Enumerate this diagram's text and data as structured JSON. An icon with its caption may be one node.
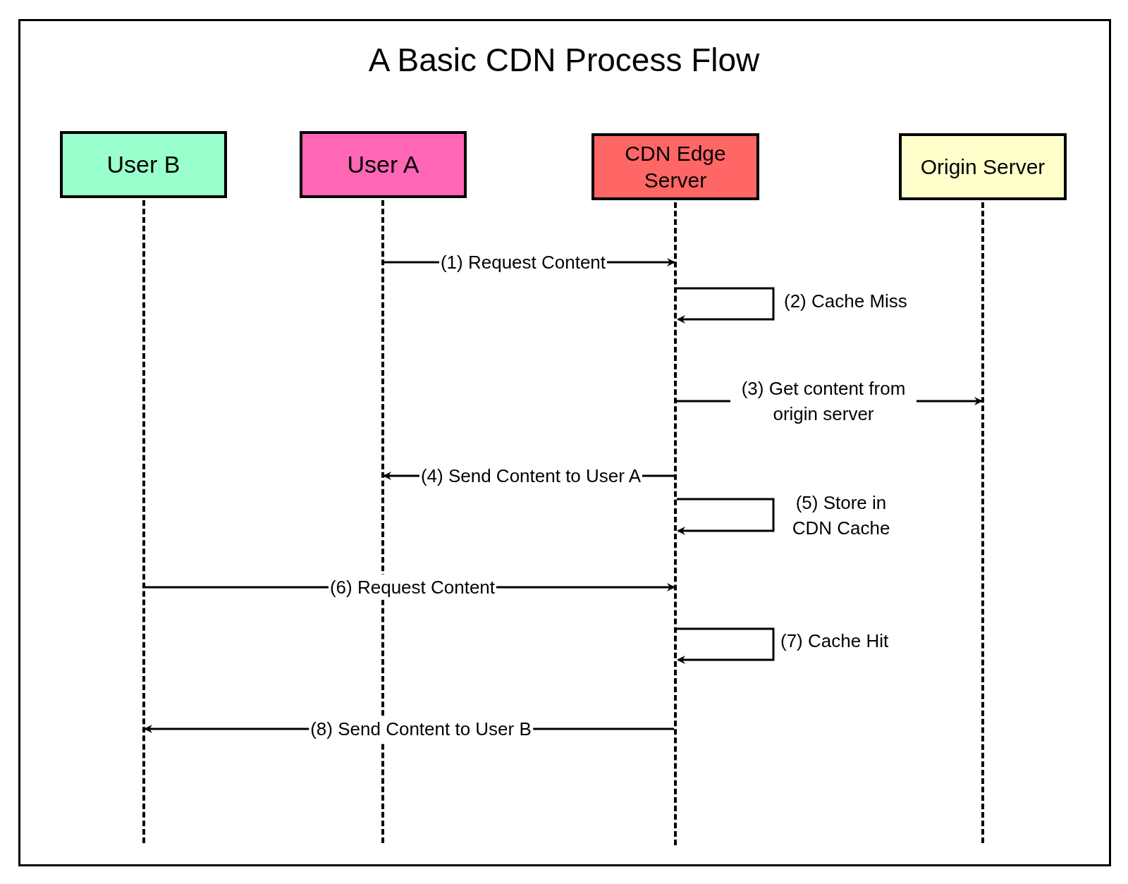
{
  "diagram": {
    "title": "A Basic CDN Process Flow",
    "nodes": [
      {
        "text": [
          "User B"
        ]
      },
      {
        "text": [
          "User A"
        ]
      },
      {
        "text": [
          "CDN Edge Server"
        ]
      },
      {
        "text": [
          "Origin Server"
        ]
      },
      {
        "text": [],
        "shape": "line"
      },
      {
        "text": [],
        "shape": "line"
      },
      {
        "text": [],
        "shape": "line"
      },
      {
        "text": [],
        "shape": "line"
      }
    ],
    "edges": [
      {
        "from": 5,
        "to": 6,
        "arrow": "to",
        "label": "(1) Request Content"
      },
      {
        "from": 6,
        "to": 6,
        "arrow": "to",
        "label": "(2) Cache Miss"
      },
      {
        "from": 6,
        "to": 7,
        "arrow": "to",
        "label": "(3) Get content from origin server"
      },
      {
        "from": 6,
        "to": 5,
        "arrow": "to",
        "label": "(4) Send Content to User A"
      },
      {
        "from": 6,
        "to": 6,
        "arrow": "to",
        "label": "(5) Store in CDN Cache"
      },
      {
        "from": 4,
        "to": 6,
        "arrow": "to",
        "label": "(6) Request Content"
      },
      {
        "from": 6,
        "to": 6,
        "arrow": "to",
        "label": "(7) Cache Hit"
      },
      {
        "from": 6,
        "to": 4,
        "arrow": "to",
        "label": "(8) Send Content to User B"
      }
    ]
  }
}
